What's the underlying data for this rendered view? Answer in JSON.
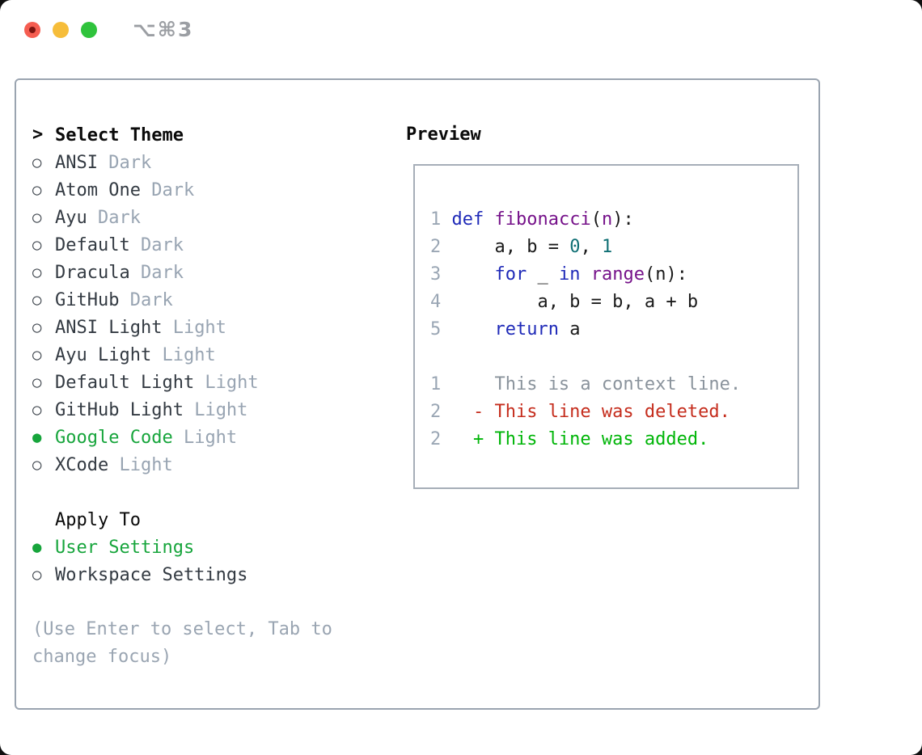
{
  "window": {
    "title": "⌥⌘3"
  },
  "colors": {
    "accent_green": "#17a53c",
    "diff_added_green": "#00b508",
    "diff_deleted_red": "#c52d1d",
    "diff_context_gray": "#8a939c",
    "keyword_blue": "#1f2ab8",
    "function_purple": "#76128a",
    "number_teal": "#0f6f74",
    "muted_gray": "#98a4b2",
    "panel_border": "#9aa4b0",
    "traffic_red": "#f55d51",
    "traffic_yellow": "#f6bd3a",
    "traffic_green": "#2fc33c"
  },
  "theme_list": {
    "prompt": ">",
    "header": "Select Theme",
    "items": [
      {
        "name": "ANSI",
        "variant": "Dark",
        "selected": false
      },
      {
        "name": "Atom One",
        "variant": "Dark",
        "selected": false
      },
      {
        "name": "Ayu",
        "variant": "Dark",
        "selected": false
      },
      {
        "name": "Default",
        "variant": "Dark",
        "selected": false
      },
      {
        "name": "Dracula",
        "variant": "Dark",
        "selected": false
      },
      {
        "name": "GitHub",
        "variant": "Dark",
        "selected": false
      },
      {
        "name": "ANSI Light",
        "variant": "Light",
        "selected": false
      },
      {
        "name": "Ayu Light",
        "variant": "Light",
        "selected": false
      },
      {
        "name": "Default Light",
        "variant": "Light",
        "selected": false
      },
      {
        "name": "GitHub Light",
        "variant": "Light",
        "selected": false
      },
      {
        "name": "Google Code",
        "variant": "Light",
        "selected": true
      },
      {
        "name": "XCode",
        "variant": "Light",
        "selected": false
      }
    ]
  },
  "apply_to": {
    "heading": "Apply To",
    "options": [
      {
        "label": "User Settings",
        "selected": true
      },
      {
        "label": "Workspace Settings",
        "selected": false
      }
    ]
  },
  "help_text": "(Use Enter to select, Tab to change focus)",
  "preview": {
    "heading": "Preview",
    "lines": [
      {
        "num": "1",
        "kind": "code",
        "segments": [
          {
            "t": "def",
            "c": "kw"
          },
          {
            "t": " ",
            "c": "pl"
          },
          {
            "t": "fibonacci",
            "c": "fn"
          },
          {
            "t": "(",
            "c": "pl"
          },
          {
            "t": "n",
            "c": "fn"
          },
          {
            "t": "):",
            "c": "pl"
          }
        ]
      },
      {
        "num": "2",
        "kind": "code",
        "segments": [
          {
            "t": "    a, b = ",
            "c": "pl"
          },
          {
            "t": "0",
            "c": "num"
          },
          {
            "t": ", ",
            "c": "pl"
          },
          {
            "t": "1",
            "c": "num"
          }
        ]
      },
      {
        "num": "3",
        "kind": "code",
        "segments": [
          {
            "t": "    ",
            "c": "pl"
          },
          {
            "t": "for",
            "c": "kw"
          },
          {
            "t": " _ ",
            "c": "pl"
          },
          {
            "t": "in",
            "c": "kw"
          },
          {
            "t": " ",
            "c": "pl"
          },
          {
            "t": "range",
            "c": "fn"
          },
          {
            "t": "(n):",
            "c": "pl"
          }
        ]
      },
      {
        "num": "4",
        "kind": "code",
        "segments": [
          {
            "t": "        a, b = b, a + b",
            "c": "pl"
          }
        ]
      },
      {
        "num": "5",
        "kind": "code",
        "segments": [
          {
            "t": "    ",
            "c": "pl"
          },
          {
            "t": "return",
            "c": "kw"
          },
          {
            "t": " a",
            "c": "pl"
          }
        ]
      },
      {
        "num": "",
        "kind": "blank",
        "segments": []
      },
      {
        "num": "1",
        "kind": "diff-context",
        "segments": [
          {
            "t": "    This is a context line.",
            "c": "ctx"
          }
        ]
      },
      {
        "num": "2",
        "kind": "diff-deleted",
        "segments": [
          {
            "t": "  - This line was deleted.",
            "c": "del"
          }
        ]
      },
      {
        "num": "2",
        "kind": "diff-added",
        "segments": [
          {
            "t": "  + This line was added.",
            "c": "add"
          }
        ]
      }
    ]
  }
}
